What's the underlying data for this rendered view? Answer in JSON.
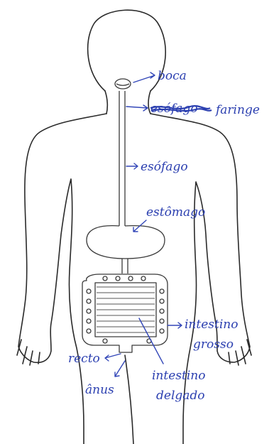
{
  "labels": {
    "boca": "boca",
    "faringe_struck": "esófago",
    "faringe": "faringe",
    "esofago": "esófago",
    "estomago": "estômago",
    "intestino_grosso_1": "intestino",
    "intestino_grosso_2": "grosso",
    "recto": "recto",
    "anus": "ânus",
    "intestino_delgado_1": "intestino",
    "intestino_delgado_2": "delgado"
  },
  "colors": {
    "pen": "#2b3fb0",
    "pencil": "#2a2a2a"
  }
}
